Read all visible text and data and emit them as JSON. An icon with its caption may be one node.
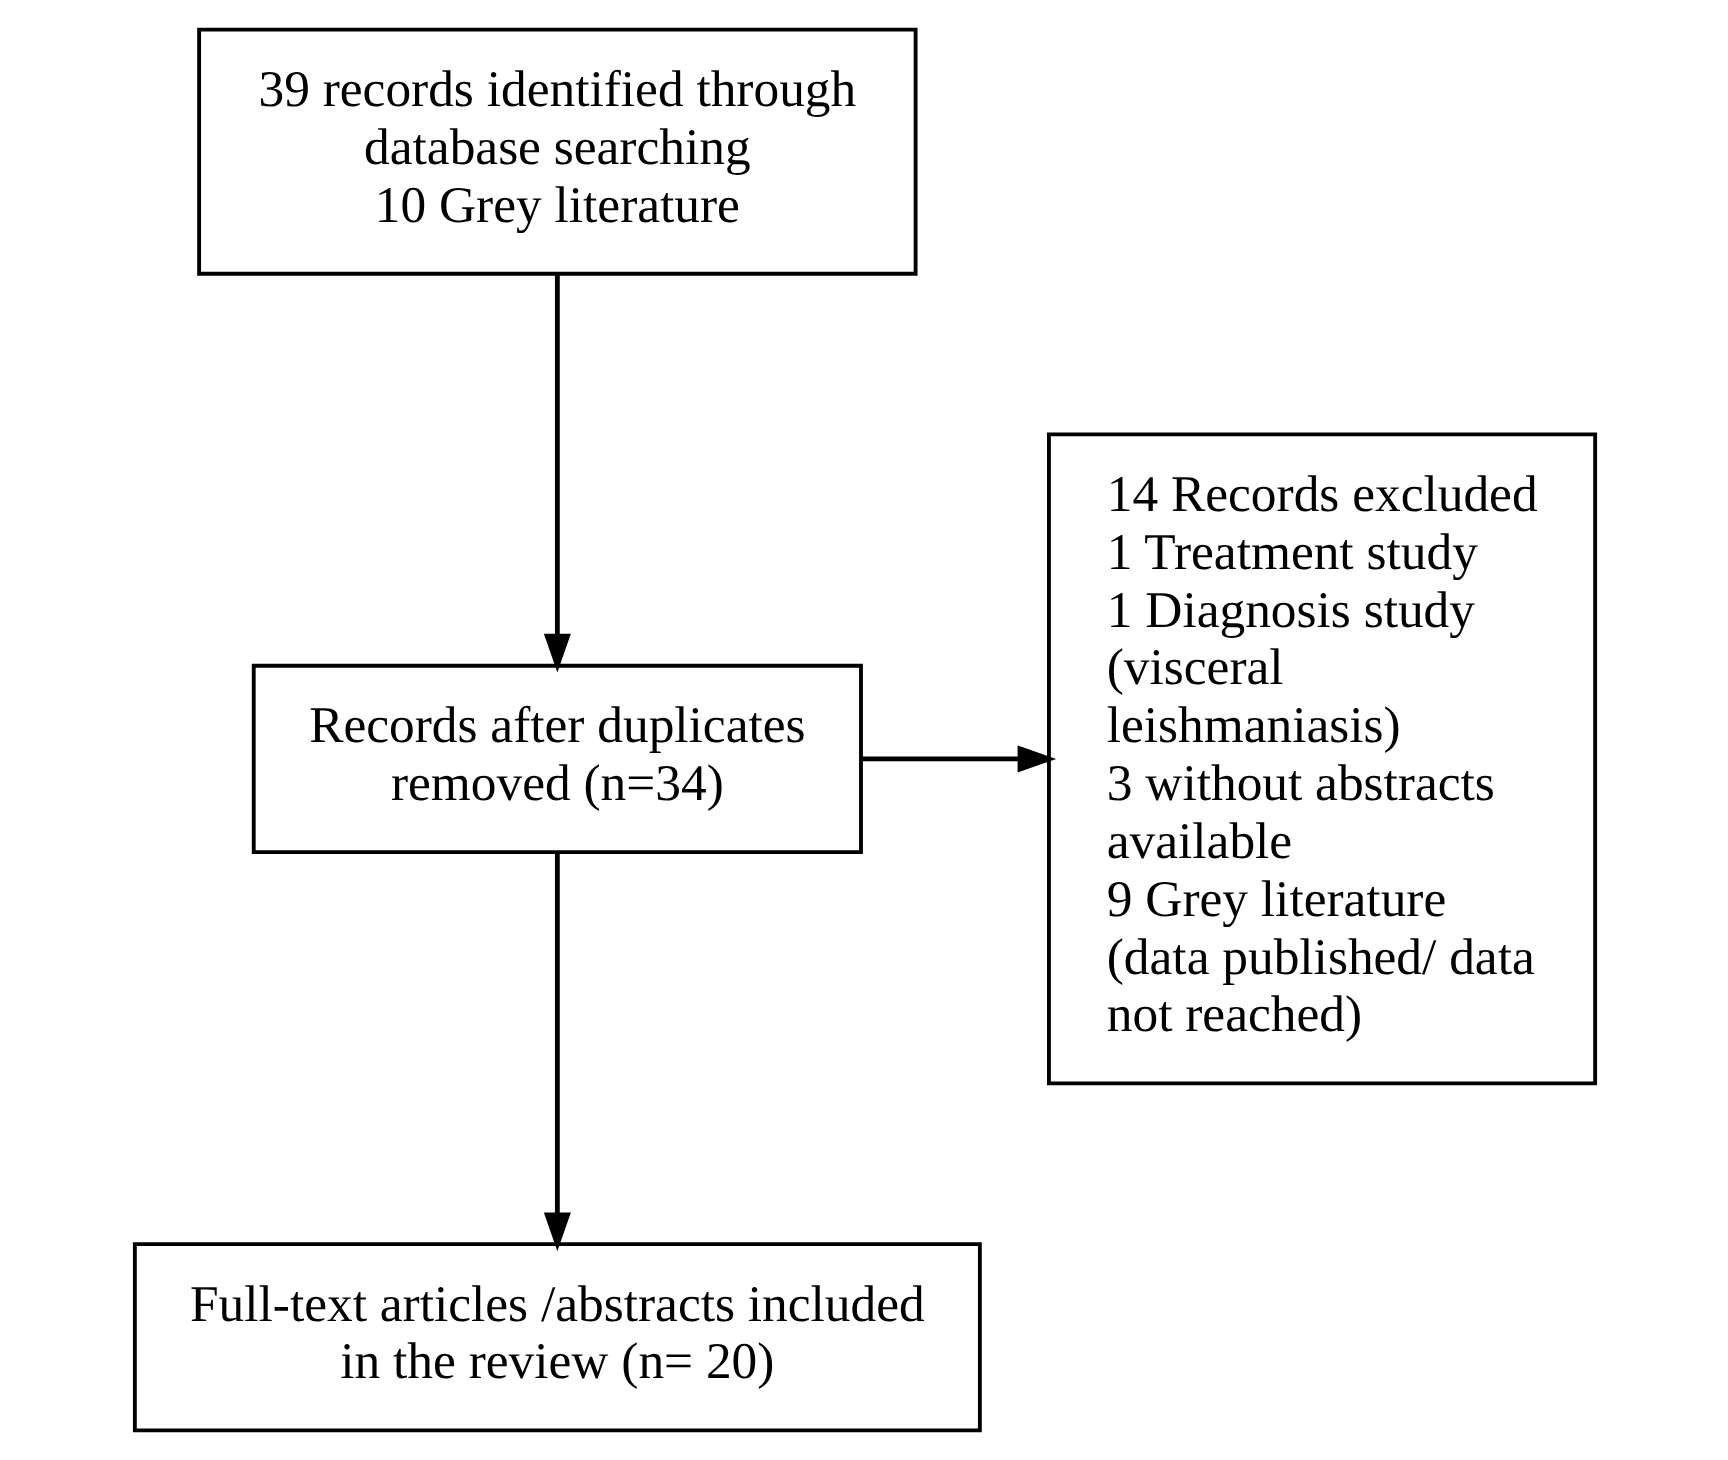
{
  "diagram": {
    "nodes": [
      {
        "text": [
          "39 records identified through database searching",
          "10 Grey literature"
        ]
      },
      {
        "text": [
          "Records after duplicates removed (n=34)"
        ]
      },
      {
        "text": [
          "14 Records excluded",
          "1 Treatment study",
          "1 Diagnosis study (visceral leishmaniasis)",
          "3 without abstracts available",
          "9 Grey literature (data published/ data not reached)"
        ]
      },
      {
        "text": [
          "Full-text articles /abstracts included in the review (n= 20)"
        ]
      }
    ],
    "edges": [
      {
        "from": 0,
        "to": 1,
        "arrow": "to"
      },
      {
        "from": 1,
        "to": 2,
        "arrow": "to"
      },
      {
        "from": 1,
        "to": 3,
        "arrow": "to"
      }
    ]
  }
}
